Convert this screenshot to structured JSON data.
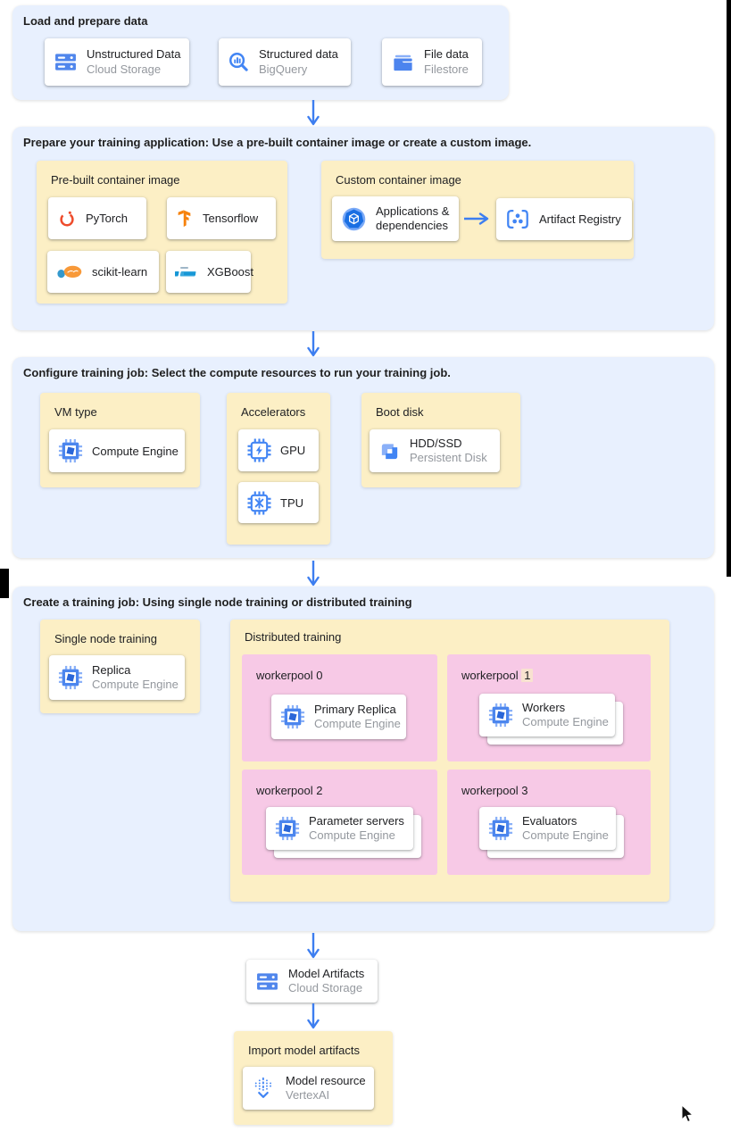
{
  "colors": {
    "section-blue": "#e8f0fe",
    "box-yellow": "#fcefc5",
    "pool-pink": "#f7c9e6",
    "arrow-blue": "#3d7ef0",
    "hl-peach": "#f8e2d0"
  },
  "sections": {
    "load": {
      "title": "Load and prepare data",
      "cards": [
        {
          "title": "Unstructured Data",
          "subtitle": "Cloud Storage",
          "icon": "cloud-storage-icon"
        },
        {
          "title": "Structured data",
          "subtitle": "BigQuery",
          "icon": "bigquery-icon"
        },
        {
          "title": "File data",
          "subtitle": "Filestore",
          "icon": "filestore-icon"
        }
      ]
    },
    "prepare": {
      "title": "Prepare your training application: Use a pre-built container image or create a custom image.",
      "prebuilt": {
        "title": "Pre-built container image",
        "cards": [
          {
            "label": "PyTorch",
            "icon": "pytorch-icon"
          },
          {
            "label": "Tensorflow",
            "icon": "tensorflow-icon"
          },
          {
            "label": "scikit-learn",
            "icon": "scikit-learn-icon"
          },
          {
            "label": "XGBoost",
            "icon": "xgboost-icon"
          }
        ]
      },
      "custom": {
        "title": "Custom container image",
        "source": {
          "line1": "Applications &",
          "line2": "dependencies",
          "icon": "applications-dependencies-icon"
        },
        "target": {
          "label": "Artifact Registry",
          "icon": "artifact-registry-icon"
        }
      }
    },
    "configure": {
      "title": "Configure training job: Select the compute resources to run your training job.",
      "vm": {
        "title": "VM type",
        "card": {
          "title": "Compute Engine",
          "icon": "compute-engine-icon"
        }
      },
      "accelerators": {
        "title": "Accelerators",
        "cards": [
          {
            "title": "GPU",
            "icon": "gpu-icon"
          },
          {
            "title": "TPU",
            "icon": "tpu-icon"
          }
        ]
      },
      "boot": {
        "title": "Boot disk",
        "card": {
          "title": "HDD/SSD",
          "subtitle": "Persistent Disk",
          "icon": "persistent-disk-icon"
        }
      }
    },
    "create": {
      "title": "Create a training job: Using single node training or distributed training",
      "single": {
        "title": "Single node training",
        "card": {
          "title": "Replica",
          "subtitle": "Compute Engine",
          "icon": "compute-engine-icon"
        }
      },
      "distributed": {
        "title": "Distributed training",
        "pools": [
          {
            "label": "workerpool",
            "num": "0",
            "card": {
              "title": "Primary Replica",
              "subtitle": "Compute Engine",
              "icon": "compute-engine-icon"
            }
          },
          {
            "label": "workerpool",
            "num": "1",
            "card": {
              "title": "Workers",
              "subtitle": "Compute Engine",
              "icon": "compute-engine-icon"
            }
          },
          {
            "label": "workerpool",
            "num": "2",
            "card": {
              "title": "Parameter servers",
              "subtitle": "Compute Engine",
              "icon": "compute-engine-icon"
            }
          },
          {
            "label": "workerpool",
            "num": "3",
            "card": {
              "title": "Evaluators",
              "subtitle": "Compute Engine",
              "icon": "compute-engine-icon"
            }
          }
        ]
      }
    },
    "model_artifacts": {
      "title": "Model Artifacts",
      "subtitle": "Cloud Storage",
      "icon": "cloud-storage-icon"
    },
    "import": {
      "title": "Import model artifacts",
      "card": {
        "title": "Model resource",
        "subtitle": "VertexAI",
        "icon": "vertex-ai-icon"
      }
    }
  }
}
